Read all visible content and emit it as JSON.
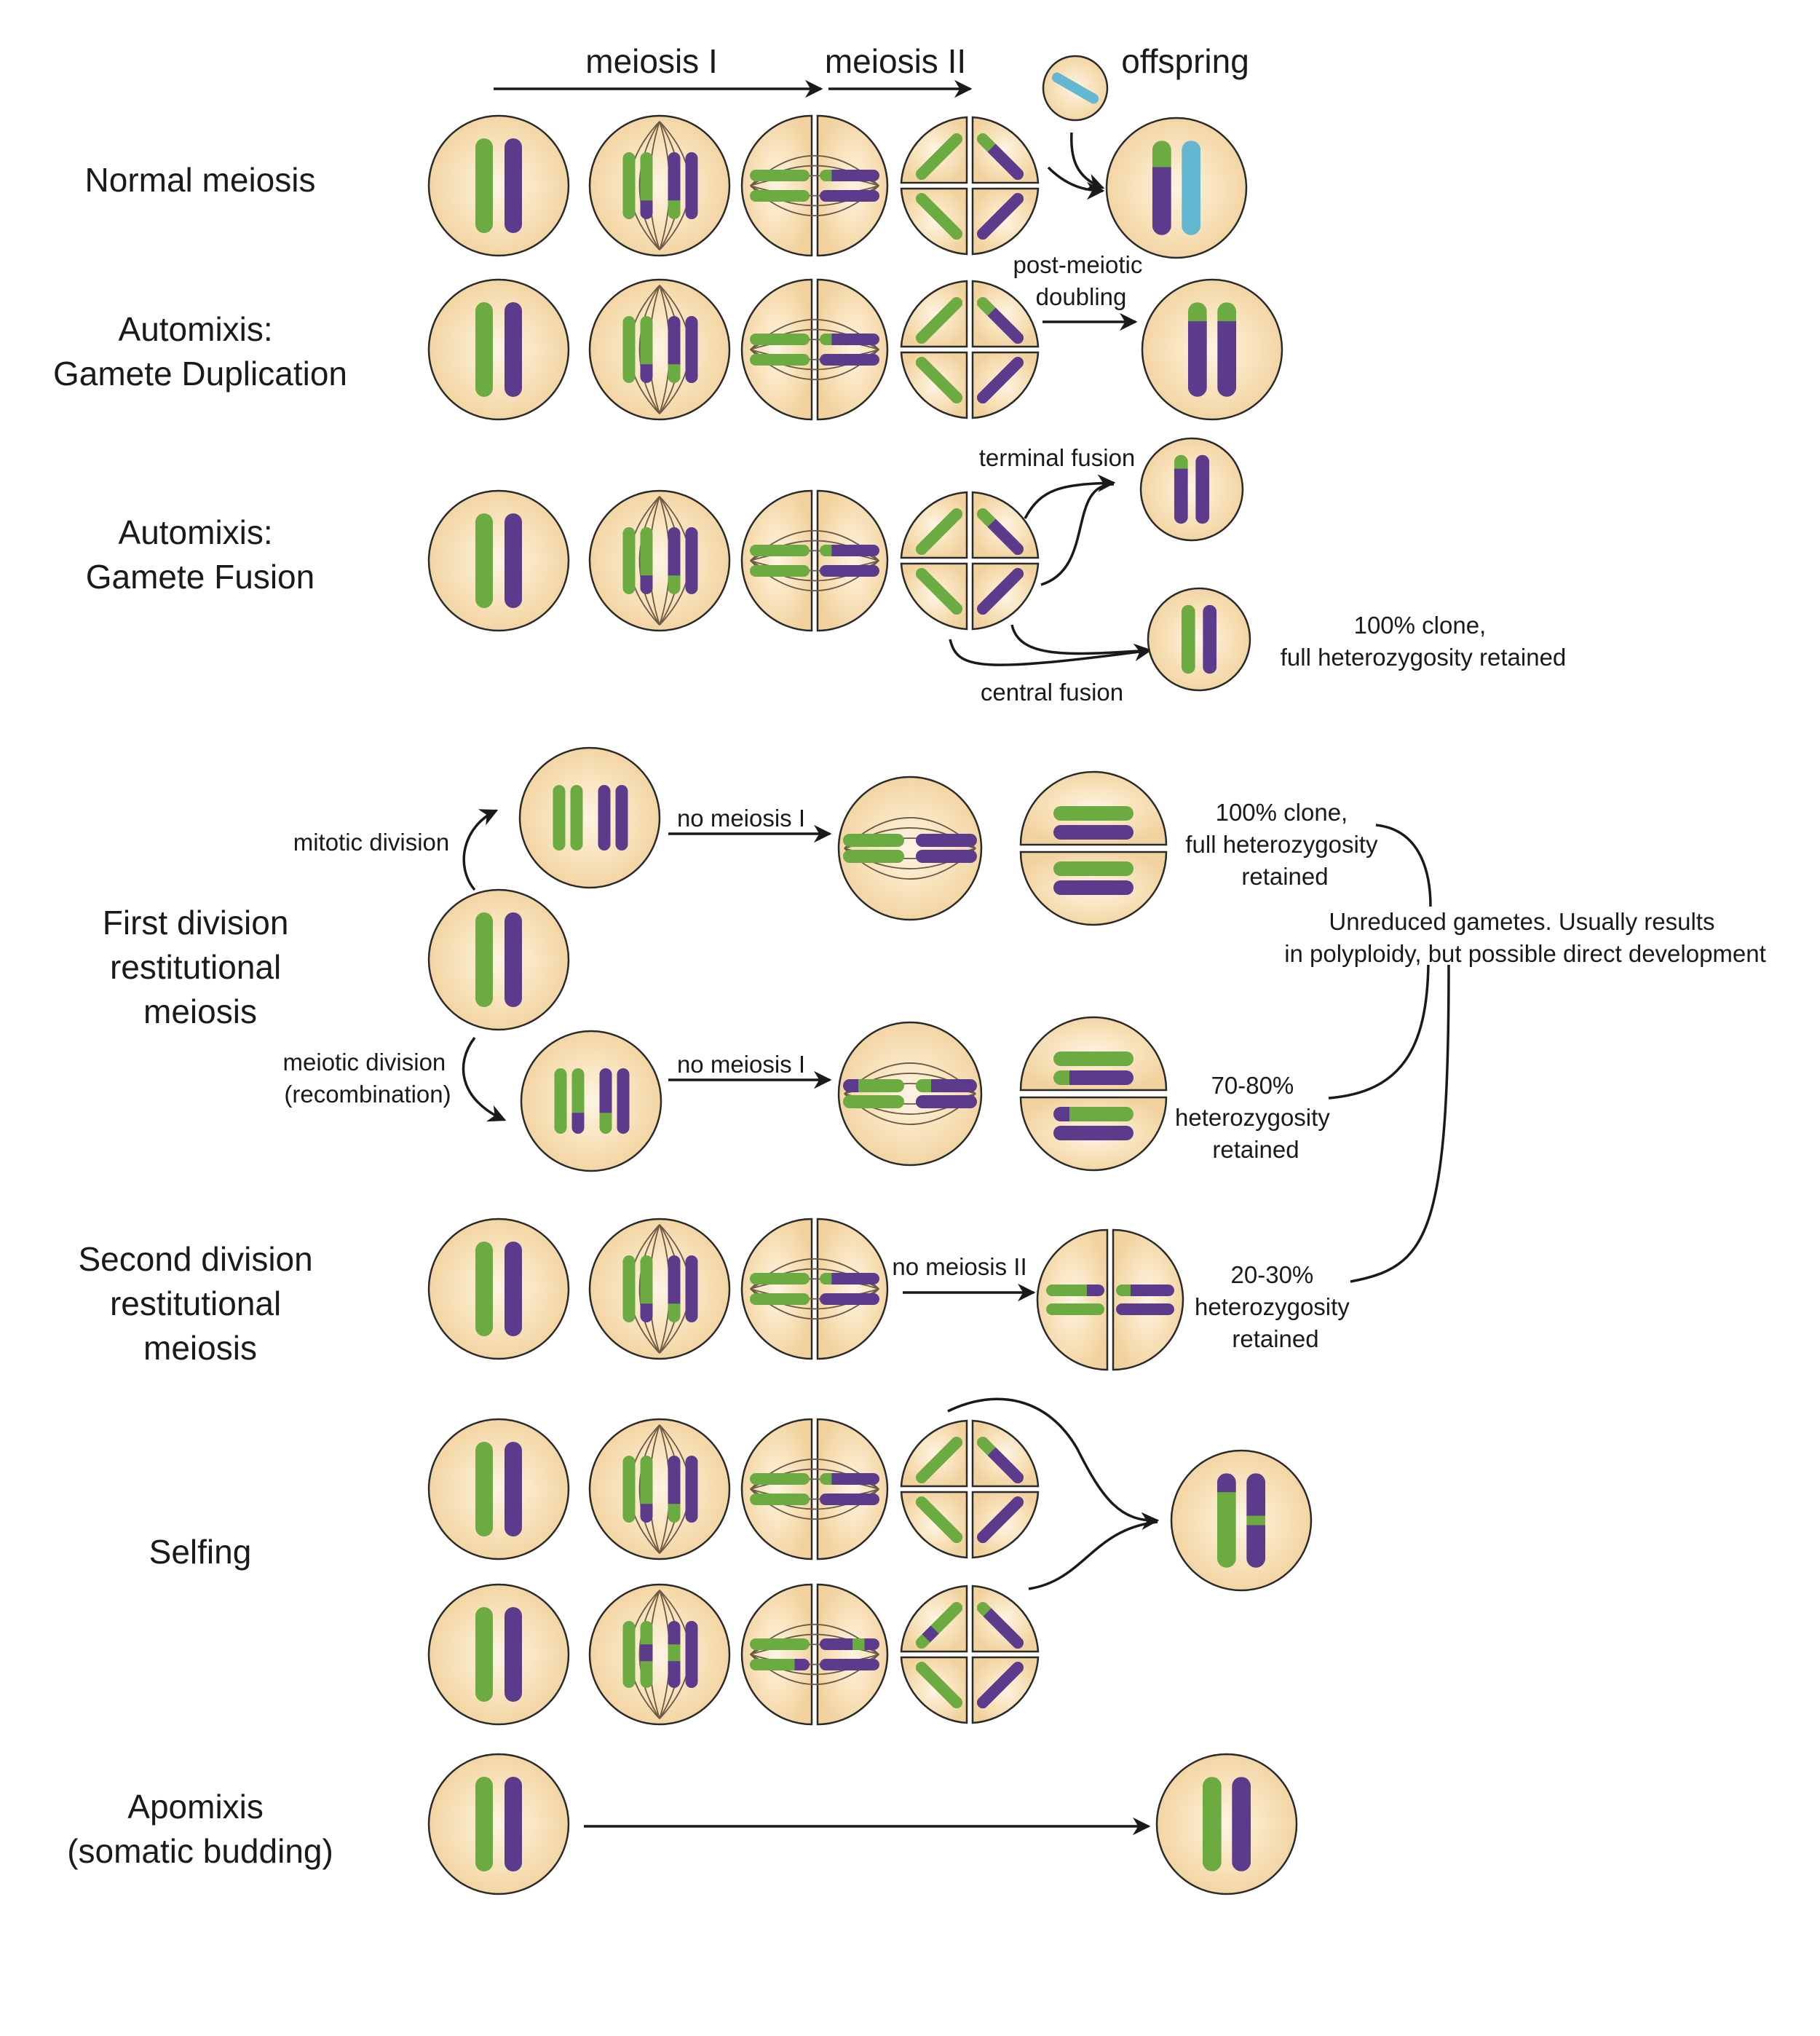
{
  "colors": {
    "cell_fill": "#f6dcae",
    "cell_center": "#fbefd8",
    "cell_stroke": "#2a2a2a",
    "green": "#6cab42",
    "purple": "#5c3b8c",
    "blue": "#63b7d1",
    "arrow": "#1a1a1a"
  },
  "header": {
    "meiosis_1": "meiosis I",
    "meiosis_2": "meiosis II",
    "offspring": "offspring"
  },
  "rows": {
    "normal": {
      "label": [
        "Normal meiosis"
      ]
    },
    "gamete_duplication": {
      "label": [
        "Automixis:",
        "Gamete Duplication"
      ],
      "arrow_label": [
        "post-meiotic",
        "doubling"
      ]
    },
    "gamete_fusion": {
      "label": [
        "Automixis:",
        "Gamete Fusion"
      ],
      "terminal_label": "terminal fusion",
      "central_label": "central fusion",
      "note": [
        "100% clone,",
        "full heterozygosity retained"
      ]
    },
    "first_division": {
      "label": [
        "First division",
        "restitutional",
        "meiosis"
      ],
      "mitotic_label": "mitotic division",
      "meiotic_label": [
        "meiotic division",
        "(recombination)"
      ],
      "no_meiosis_top": "no meiosis I",
      "no_meiosis_bottom": "no meiosis I",
      "note_top": [
        "100% clone,",
        "full heterozygosity",
        "retained"
      ],
      "note_bottom": [
        "70-80%",
        "heterozygosity",
        "retained"
      ],
      "bracket_note": [
        "Unreduced gametes. Usually results",
        "in polyploidy, but possible direct development"
      ]
    },
    "second_division": {
      "label": [
        "Second division",
        "restitutional",
        "meiosis"
      ],
      "no_meiosis": "no meiosis II",
      "note": [
        "20-30%",
        "heterozygosity",
        "retained"
      ]
    },
    "selfing": {
      "label": [
        "Selfing"
      ]
    },
    "apomixis": {
      "label": [
        "Apomixis",
        "(somatic budding)"
      ]
    }
  }
}
